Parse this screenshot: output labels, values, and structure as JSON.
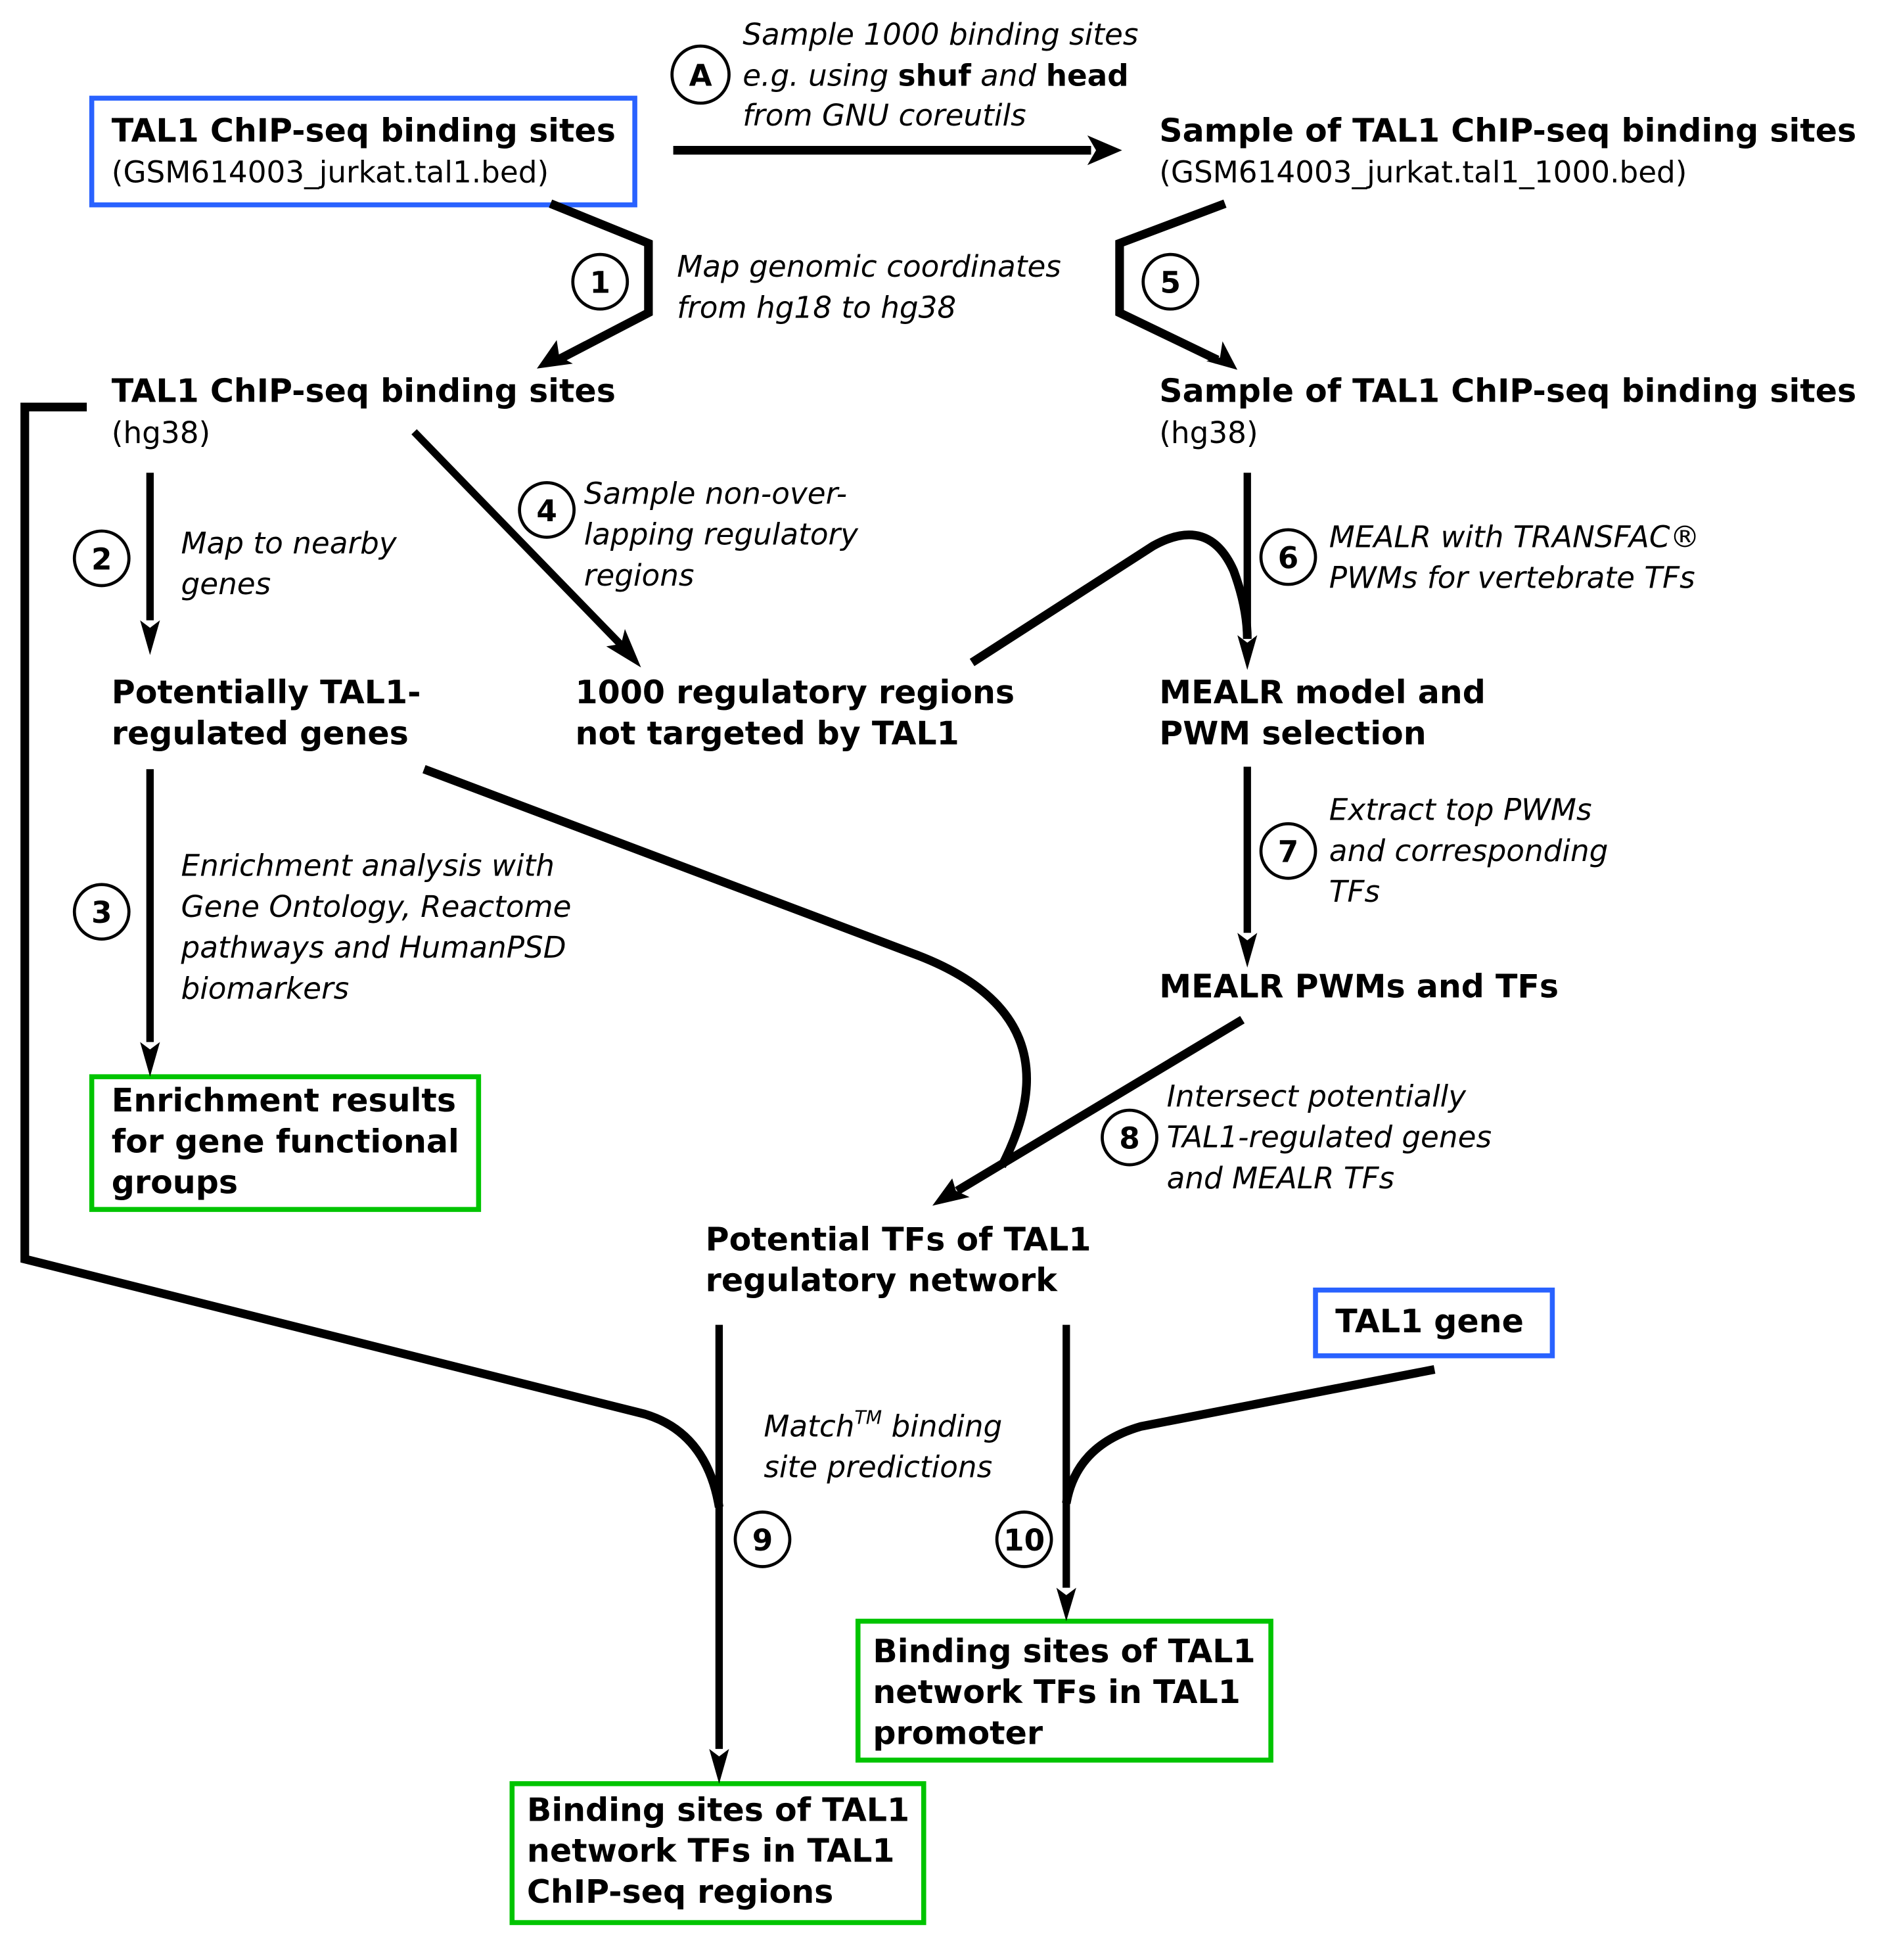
{
  "diagram": {
    "colors": {
      "input_box": "#2962ff",
      "output_box": "#00c400",
      "line": "#000000"
    },
    "nodes": {
      "tal1_chip_bed": {
        "title": "TAL1 ChIP-seq binding sites",
        "subtitle": "(GSM614003_jurkat.tal1.bed)",
        "kind": "input"
      },
      "sample_bed": {
        "title": "Sample of TAL1 ChIP-seq binding sites",
        "subtitle": "(GSM614003_jurkat.tal1_1000.bed)",
        "kind": "intermediate"
      },
      "tal1_chip_hg38": {
        "title": "TAL1 ChIP-seq binding sites",
        "subtitle": "(hg38)",
        "kind": "intermediate"
      },
      "sample_hg38": {
        "title": "Sample of TAL1 ChIP-seq binding sites",
        "subtitle": "(hg38)",
        "kind": "intermediate"
      },
      "regulated_genes": {
        "lines": [
          "Potentially TAL1-",
          "regulated genes"
        ],
        "kind": "intermediate"
      },
      "regulatory_regions": {
        "lines": [
          "1000 regulatory regions",
          "not targeted by TAL1"
        ],
        "kind": "intermediate"
      },
      "mealr_model": {
        "lines": [
          "MEALR model and",
          "PWM selection"
        ],
        "kind": "intermediate"
      },
      "mealr_pwms": {
        "lines": [
          "MEALR PWMs and TFs"
        ],
        "kind": "intermediate"
      },
      "enrichment_results": {
        "lines": [
          "Enrichment results",
          "for gene functional",
          "groups"
        ],
        "kind": "output"
      },
      "potential_tfs": {
        "lines": [
          "Potential TFs of TAL1",
          "regulatory network"
        ],
        "kind": "intermediate"
      },
      "tal1_gene": {
        "lines": [
          "TAL1 gene"
        ],
        "kind": "input"
      },
      "binding_promoter": {
        "lines": [
          "Binding sites of TAL1",
          "network TFs in TAL1",
          "promoter"
        ],
        "kind": "output"
      },
      "binding_chip": {
        "lines": [
          "Binding sites of TAL1",
          "network TFs in TAL1",
          "ChIP-seq regions"
        ],
        "kind": "output"
      }
    },
    "steps": {
      "A": {
        "label": "A",
        "lines": [
          "Sample 1000 binding sites",
          "e.g. using ",
          "shuf",
          " and ",
          "head",
          "from GNU coreutils"
        ]
      },
      "s1": {
        "label": "1",
        "lines": [
          "Map genomic coordinates",
          "from hg18 to hg38"
        ]
      },
      "s2": {
        "label": "2",
        "lines": [
          "Map to nearby",
          "genes"
        ]
      },
      "s3": {
        "label": "3",
        "lines": [
          "Enrichment analysis with",
          "Gene Ontology, Reactome",
          "pathways and HumanPSD",
          "biomarkers"
        ]
      },
      "s4": {
        "label": "4",
        "lines": [
          "Sample non-over-",
          "lapping regulatory",
          "regions"
        ]
      },
      "s5": {
        "label": "5"
      },
      "s6": {
        "label": "6",
        "lines": [
          "MEALR with TRANSFAC®",
          "PWMs for vertebrate TFs"
        ]
      },
      "s7": {
        "label": "7",
        "lines": [
          "Extract top PWMs",
          "and corresponding",
          "TFs"
        ]
      },
      "s8": {
        "label": "8",
        "lines": [
          "Intersect potentially",
          "TAL1-regulated genes",
          "and MEALR TFs"
        ]
      },
      "s9": {
        "label": "9"
      },
      "s10": {
        "label": "10"
      },
      "match": {
        "lines": [
          "Match",
          "TM",
          " binding",
          "site predictions"
        ]
      }
    }
  }
}
